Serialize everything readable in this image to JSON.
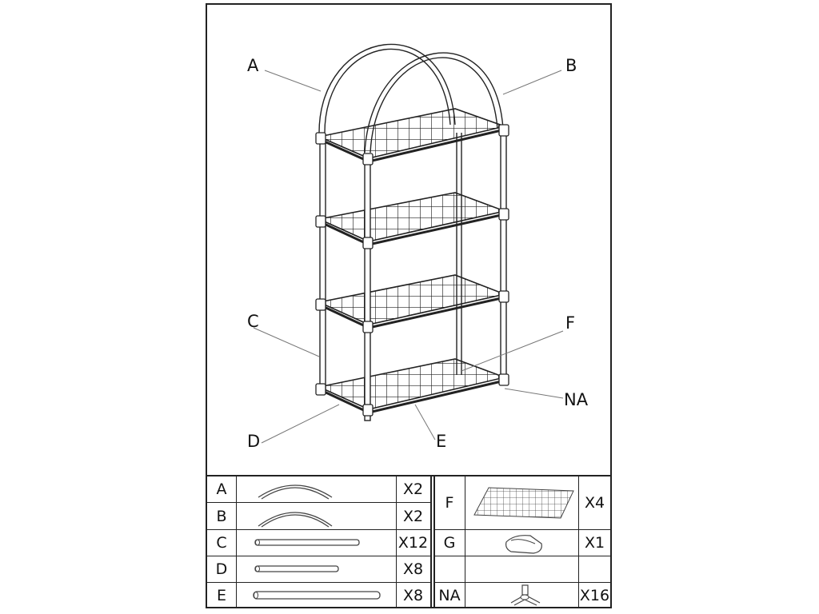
{
  "callouts": {
    "a": "A",
    "b": "B",
    "c": "C",
    "d": "D",
    "e": "E",
    "f": "F",
    "na": "NA"
  },
  "parts_left": [
    {
      "letter": "A",
      "icon": "short-arc-tube",
      "qty": "X2"
    },
    {
      "letter": "B",
      "icon": "long-arc-tube",
      "qty": "X2"
    },
    {
      "letter": "C",
      "icon": "medium-straight-tube",
      "qty": "X12"
    },
    {
      "letter": "D",
      "icon": "short-straight-tube",
      "qty": "X8"
    },
    {
      "letter": "E",
      "icon": "long-straight-tube",
      "qty": "X8"
    }
  ],
  "parts_right": [
    {
      "letter": "F",
      "icon": "wire-mesh-shelf",
      "qty": "X4"
    },
    {
      "letter": "G",
      "icon": "cover-bag",
      "qty": "X1"
    },
    {
      "letter": "",
      "icon": "",
      "qty": ""
    },
    {
      "letter": "NA",
      "icon": "three-way-connector",
      "qty": "X16"
    }
  ]
}
